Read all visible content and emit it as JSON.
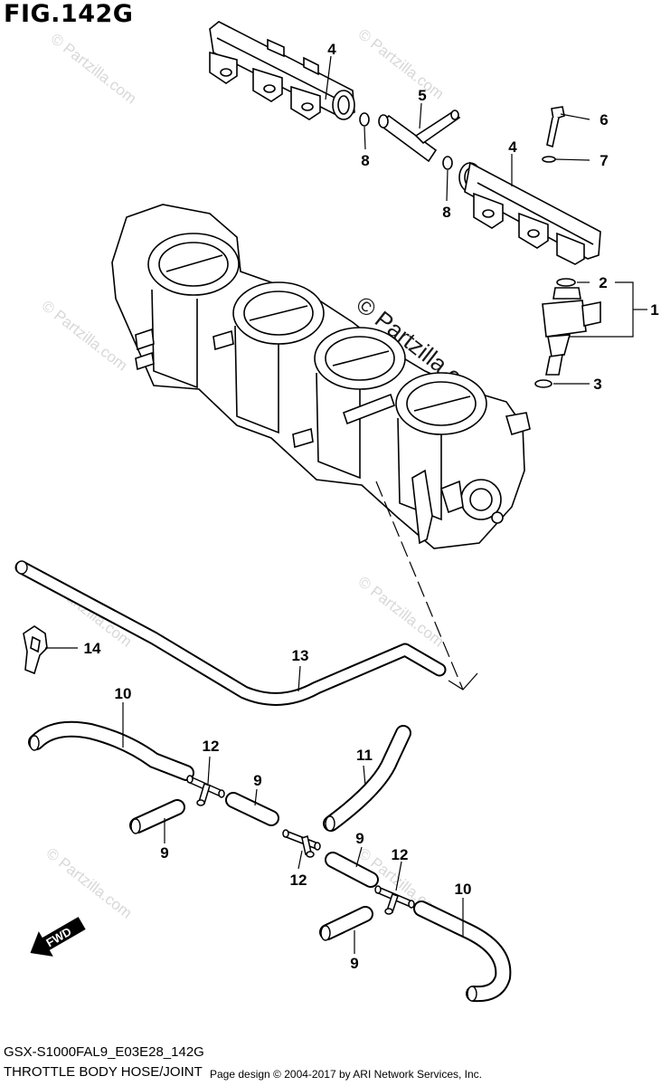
{
  "figure": {
    "title": "FIG.142G",
    "model_code": "GSX-S1000FAL9_E03E28_142G",
    "caption": "THROTTLE BODY HOSE/JOINT",
    "credit": "Page design © 2004-2017 by ARI Network Services, Inc."
  },
  "watermarks": {
    "small": "© Partzilla.com",
    "large": "© Partzilla.com"
  },
  "badge": {
    "label": "FWD"
  },
  "callouts": [
    "4",
    "5",
    "8",
    "8",
    "6",
    "7",
    "4",
    "2",
    "1",
    "3",
    "14",
    "13",
    "10",
    "12",
    "9",
    "11",
    "9",
    "12",
    "9",
    "12",
    "10",
    "9"
  ]
}
